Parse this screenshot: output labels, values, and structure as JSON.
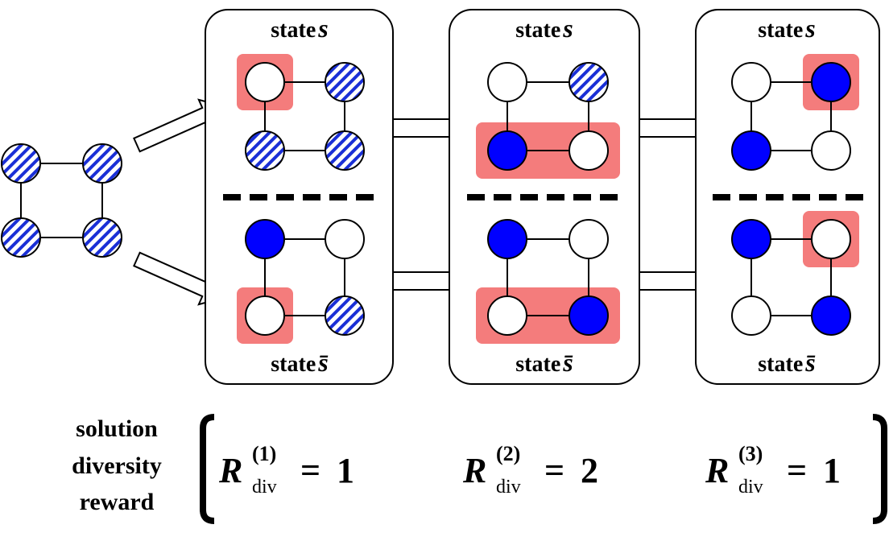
{
  "colors": {
    "selected_fill": "#0000ff",
    "highlight": "#f47c7c",
    "hatch": "#1a2fd6",
    "stroke": "#000000",
    "empty_fill": "#ffffff"
  },
  "legend": {
    "line1": "solution",
    "line2": "diversity",
    "line3": "reward"
  },
  "state_labels": {
    "top_word": "state",
    "top_symbol": "s",
    "bottom_word": "state",
    "bottom_symbol": "s̄"
  },
  "initial_graph": {
    "nodes": [
      "undecided",
      "undecided",
      "undecided",
      "undecided"
    ]
  },
  "steps": [
    {
      "top": {
        "nodes": [
          "empty",
          "undecided",
          "undecided",
          "undecided"
        ],
        "highlight": "node0"
      },
      "bottom": {
        "nodes": [
          "selected",
          "empty",
          "empty",
          "undecided"
        ],
        "highlight": "node2"
      },
      "reward": {
        "symbol": "R",
        "superscript": "(1)",
        "subscript": "div",
        "equals": "=",
        "value": "1"
      }
    },
    {
      "top": {
        "nodes": [
          "empty",
          "undecided",
          "selected",
          "empty"
        ],
        "highlight": "bottom-row"
      },
      "bottom": {
        "nodes": [
          "selected",
          "empty",
          "empty",
          "selected"
        ],
        "highlight": "bottom-row"
      },
      "reward": {
        "symbol": "R",
        "superscript": "(2)",
        "subscript": "div",
        "equals": "=",
        "value": "2"
      }
    },
    {
      "top": {
        "nodes": [
          "empty",
          "selected",
          "selected",
          "empty"
        ],
        "highlight": "node1"
      },
      "bottom": {
        "nodes": [
          "selected",
          "empty",
          "empty",
          "selected"
        ],
        "highlight": "node1"
      },
      "reward": {
        "symbol": "R",
        "superscript": "(3)",
        "subscript": "div",
        "equals": "=",
        "value": "1"
      }
    }
  ]
}
